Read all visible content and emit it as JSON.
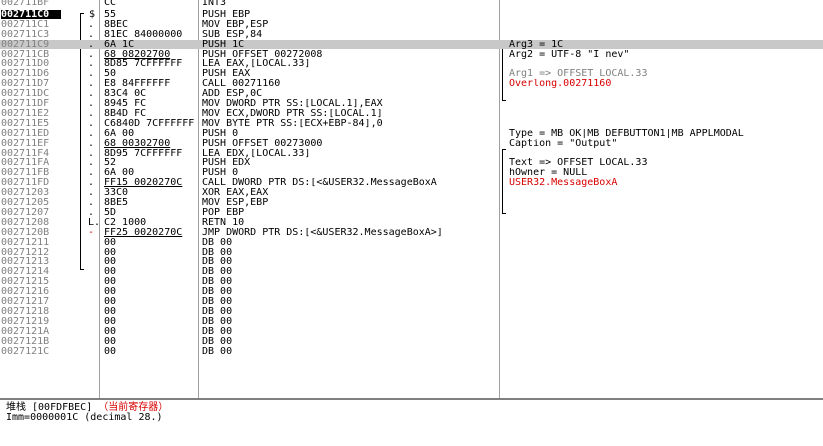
{
  "rows": [
    {
      "addr": "002711BF",
      "mark": "",
      "bytes": "CC",
      "asm": "INT3",
      "comment": ""
    },
    {
      "addr": "002711C0",
      "mark": "$",
      "bytes": "55",
      "asm": "PUSH EBP",
      "comment": ""
    },
    {
      "addr": "002711C1",
      "mark": ".",
      "bytes": "8BEC",
      "asm": "MOV EBP,ESP",
      "comment": ""
    },
    {
      "addr": "002711C3",
      "mark": ".",
      "bytes": "81EC 84000000",
      "asm": "SUB ESP,84",
      "comment": ""
    },
    {
      "addr": "002711C9",
      "mark": ".",
      "bytes": "6A 1C",
      "asm": "PUSH 1C",
      "comment": "Arg3 = 1C"
    },
    {
      "addr": "002711CB",
      "mark": ".",
      "bytes": "68 08202700",
      "asm": "PUSH OFFSET 00272008",
      "comment": "Arg2 = UTF-8 \"I nev\""
    },
    {
      "addr": "002711D0",
      "mark": ".",
      "bytes": "8D85 7CFFFFFF",
      "asm": "LEA EAX,[LOCAL.33]",
      "comment": ""
    },
    {
      "addr": "002711D6",
      "mark": ".",
      "bytes": "50",
      "asm": "PUSH EAX",
      "comment": "Arg1 => OFFSET LOCAL.33"
    },
    {
      "addr": "002711D7",
      "mark": ".",
      "bytes": "E8 84FFFFFF",
      "asm": "CALL 00271160",
      "comment": "Overlong.00271160"
    },
    {
      "addr": "002711DC",
      "mark": ".",
      "bytes": "83C4 0C",
      "asm": "ADD ESP,0C",
      "comment": ""
    },
    {
      "addr": "002711DF",
      "mark": ".",
      "bytes": "8945 FC",
      "asm": "MOV DWORD PTR SS:[LOCAL.1],EAX",
      "comment": ""
    },
    {
      "addr": "002711E2",
      "mark": ".",
      "bytes": "8B4D FC",
      "asm": "MOV ECX,DWORD PTR SS:[LOCAL.1]",
      "comment": ""
    },
    {
      "addr": "002711E5",
      "mark": ".",
      "bytes": "C6840D 7CFFFFFF",
      "asm": "MOV BYTE PTR SS:[ECX+EBP-84],0",
      "comment": ""
    },
    {
      "addr": "002711ED",
      "mark": ".",
      "bytes": "6A 00",
      "asm": "PUSH 0",
      "comment": "Type = MB_OK|MB_DEFBUTTON1|MB_APPLMODAL"
    },
    {
      "addr": "002711EF",
      "mark": ".",
      "bytes": "68 00302700",
      "asm": "PUSH OFFSET 00273000",
      "comment": "Caption = \"Output\""
    },
    {
      "addr": "002711F4",
      "mark": ".",
      "bytes": "8D95 7CFFFFFF",
      "asm": "LEA EDX,[LOCAL.33]",
      "comment": ""
    },
    {
      "addr": "002711FA",
      "mark": ".",
      "bytes": "52",
      "asm": "PUSH EDX",
      "comment": "Text => OFFSET LOCAL.33"
    },
    {
      "addr": "002711FB",
      "mark": ".",
      "bytes": "6A 00",
      "asm": "PUSH 0",
      "comment": "hOwner = NULL"
    },
    {
      "addr": "002711FD",
      "mark": ".",
      "bytes": "FF15 0020270C",
      "asm": "CALL DWORD PTR DS:[<&USER32.MessageBoxA",
      "comment": "USER32.MessageBoxA"
    },
    {
      "addr": "00271203",
      "mark": ".",
      "bytes": "33C0",
      "asm": "XOR EAX,EAX",
      "comment": ""
    },
    {
      "addr": "00271205",
      "mark": ".",
      "bytes": "8BE5",
      "asm": "MOV ESP,EBP",
      "comment": ""
    },
    {
      "addr": "00271207",
      "mark": ".",
      "bytes": "5D",
      "asm": "POP EBP",
      "comment": ""
    },
    {
      "addr": "00271208",
      "mark": "L.",
      "bytes": "C2 1000",
      "asm": "RETN 10",
      "comment": ""
    },
    {
      "addr": "0027120B",
      "mark": "-",
      "bytes": "FF25 0020270C",
      "asm": "JMP DWORD PTR DS:[<&USER32.MessageBoxA>]",
      "comment": ""
    },
    {
      "addr": "00271211",
      "mark": "",
      "bytes": "00",
      "asm": "DB 00",
      "comment": ""
    },
    {
      "addr": "00271212",
      "mark": "",
      "bytes": "00",
      "asm": "DB 00",
      "comment": ""
    },
    {
      "addr": "00271213",
      "mark": "",
      "bytes": "00",
      "asm": "DB 00",
      "comment": ""
    },
    {
      "addr": "00271214",
      "mark": "",
      "bytes": "00",
      "asm": "DB 00",
      "comment": ""
    },
    {
      "addr": "00271215",
      "mark": "",
      "bytes": "00",
      "asm": "DB 00",
      "comment": ""
    },
    {
      "addr": "00271216",
      "mark": "",
      "bytes": "00",
      "asm": "DB 00",
      "comment": ""
    },
    {
      "addr": "00271217",
      "mark": "",
      "bytes": "00",
      "asm": "DB 00",
      "comment": ""
    },
    {
      "addr": "00271218",
      "mark": "",
      "bytes": "00",
      "asm": "DB 00",
      "comment": ""
    },
    {
      "addr": "00271219",
      "mark": "",
      "bytes": "00",
      "asm": "DB 00",
      "comment": ""
    },
    {
      "addr": "0027121A",
      "mark": "",
      "bytes": "00",
      "asm": "DB 00",
      "comment": ""
    },
    {
      "addr": "0027121B",
      "mark": "",
      "bytes": "00",
      "asm": "DB 00",
      "comment": ""
    },
    {
      "addr": "0027121C",
      "mark": "",
      "bytes": "00",
      "asm": "DB 00",
      "comment": ""
    }
  ],
  "info": {
    "line1_prefix": "堆栈 [00FDFBEC]",
    "line1_highlight": "（当前寄存器）",
    "line2": "Imm=0000001C (decimal 28.)"
  },
  "colors": {
    "comment_red": "#d80000",
    "selection": "#c8c8c8",
    "addr_gray": "#808080"
  }
}
